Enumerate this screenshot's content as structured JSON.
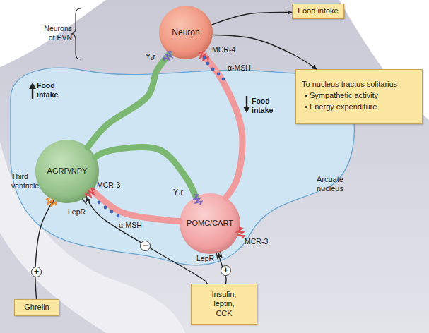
{
  "diagram": {
    "nodes": [
      {
        "text": [
          "Neuron"
        ]
      },
      {
        "text": [
          "Food intake"
        ]
      },
      {
        "text": [
          "To nucleus tractus solitarius",
          "• Sympathetic activity",
          "• Energy expenditure"
        ]
      },
      {
        "text": [
          "Arcuate nucleus"
        ]
      },
      {
        "text": [
          "AGRP/NPY"
        ],
        "in": 3
      },
      {
        "text": [
          "POMC/CART"
        ],
        "in": 3
      },
      {
        "text": [
          "Ghrelin"
        ]
      },
      {
        "text": [
          "Insulin, leptin, CCK"
        ]
      }
    ],
    "edges": [
      {
        "from": 0,
        "to": 1,
        "arrow": "to"
      },
      {
        "from": 0,
        "to": 2,
        "arrow": "to"
      },
      {
        "from": 4,
        "to": 0,
        "arrow": "none",
        "label": "Food intake"
      },
      {
        "from": 4,
        "to": 5,
        "arrow": "none"
      },
      {
        "from": 5,
        "to": 0,
        "arrow": "none",
        "label": "Food intake"
      },
      {
        "from": 5,
        "to": 4,
        "arrow": "none"
      },
      {
        "from": 6,
        "to": 4,
        "arrow": "to",
        "label": "+"
      },
      {
        "from": 7,
        "to": 4,
        "arrow": "to",
        "label": "−"
      },
      {
        "from": 7,
        "to": 5,
        "arrow": "to",
        "label": "+"
      }
    ],
    "labels": [
      "Neurons of PVN",
      "Y₁r",
      "MCR-4",
      "α-MSH",
      "Third ventricle",
      "LepR",
      "MCR-3",
      "α-MSH",
      "Y₁r",
      "LepR",
      "MCR-3"
    ]
  }
}
